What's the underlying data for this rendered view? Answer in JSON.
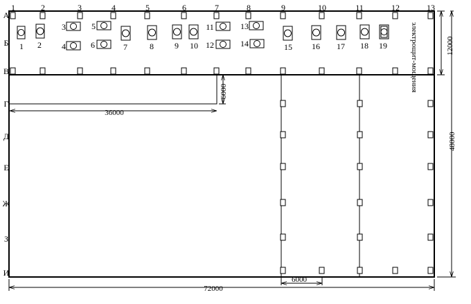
{
  "column_axes": [
    "1",
    "2",
    "3",
    "4",
    "5",
    "6",
    "7",
    "8",
    "9",
    "10",
    "11",
    "12",
    "13"
  ],
  "row_axes": [
    "А",
    "Б",
    "В",
    "Г",
    "Д",
    "Е",
    "Ж",
    "З",
    "И"
  ],
  "machines": [
    "1",
    "2",
    "3",
    "4",
    "5",
    "6",
    "7",
    "8",
    "9",
    "10",
    "11",
    "12",
    "13",
    "14",
    "15",
    "16",
    "17",
    "18",
    "19"
  ],
  "dimensions": {
    "top_height": "12000",
    "total_height": "48000",
    "total_width": "72000",
    "office_width": "36000",
    "office_gap": "6000",
    "bay_width": "6000"
  },
  "room_note": "электрощит-мощения"
}
